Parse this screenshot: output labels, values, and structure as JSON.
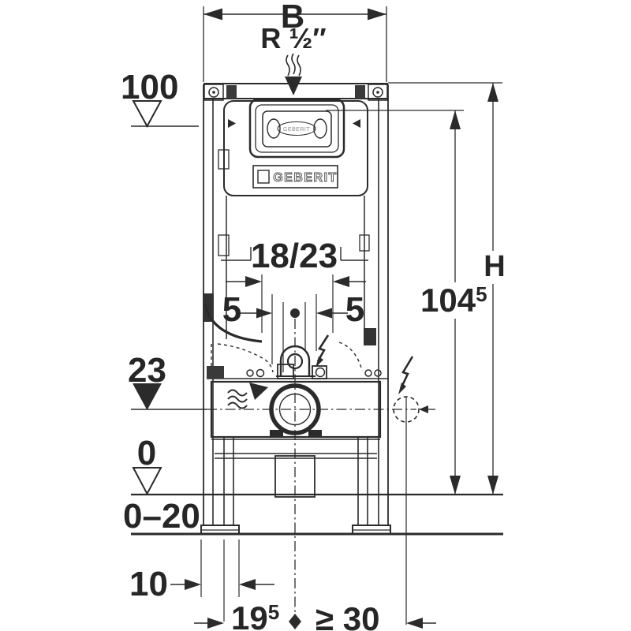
{
  "diagram": {
    "colors": {
      "line": "#2b2b2b",
      "background": "#ffffff"
    },
    "labels": {
      "dim_b": "B",
      "water_supply": "R ½″",
      "level_100": "100",
      "spacing_18_23": "18/23",
      "offset_5_left": "5",
      "offset_5_right": "5",
      "level_23": "23",
      "level_0": "0",
      "floor_buildup": "0–20",
      "foot_depth": "10",
      "outlet_19_5": {
        "value": "19",
        "sup": "5"
      },
      "clearance_min_30": "≥ 30",
      "dim_h": "H",
      "height_104_5": {
        "value": "104",
        "sup": "5"
      },
      "brand": "GEBERIT",
      "plate_brand": "GEBERIT"
    }
  }
}
